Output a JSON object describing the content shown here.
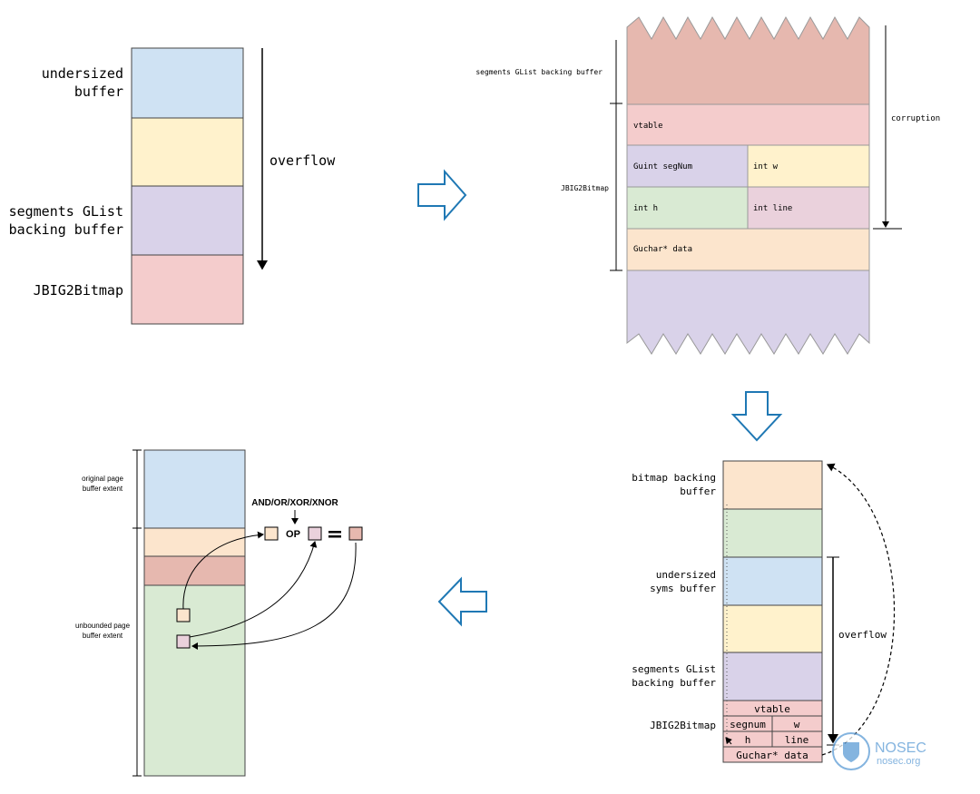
{
  "panel1": {
    "label_undersized": [
      "undersized",
      "buffer"
    ],
    "label_overflow": "overflow",
    "label_segments": [
      "segments GList",
      "backing buffer"
    ],
    "label_jbig2": "JBIG2Bitmap"
  },
  "panel2": {
    "label_segments": "segments GList backing buffer",
    "label_jbig2": "JBIG2Bitmap",
    "label_corruption": "corruption",
    "field_vtable": "vtable",
    "field_segnum": "Guint segNum",
    "field_w": "int w",
    "field_h": "int h",
    "field_line": "int line",
    "field_data": "Guchar* data"
  },
  "panel3": {
    "label_bitmap_backing": [
      "bitmap backing",
      "buffer"
    ],
    "label_undersized_syms": [
      "undersized",
      "syms buffer"
    ],
    "label_segments": [
      "segments GList",
      "backing buffer"
    ],
    "label_jbig2": "JBIG2Bitmap",
    "label_overflow": "overflow",
    "field_vtable": "vtable",
    "field_segnum": "segnum",
    "field_w": "w",
    "field_h": "h",
    "field_line": "line",
    "field_data": "Guchar* data"
  },
  "panel4": {
    "label_original": [
      "original page",
      "buffer extent"
    ],
    "label_unbounded": [
      "unbounded page",
      "buffer extent"
    ],
    "label_ops": "AND/OR/XOR/XNOR",
    "label_op": "OP"
  },
  "watermark": {
    "brand": "NOSEC",
    "domain": "nosec.org"
  },
  "colors": {
    "blue": "#cfe2f3",
    "yellow": "#fff2cc",
    "purple": "#d9d2e9",
    "pink": "#f4cccc",
    "red": "#e6b8af",
    "orange": "#fce5cd",
    "green": "#d9ead3",
    "arrow_blue": "#1f78b4"
  }
}
